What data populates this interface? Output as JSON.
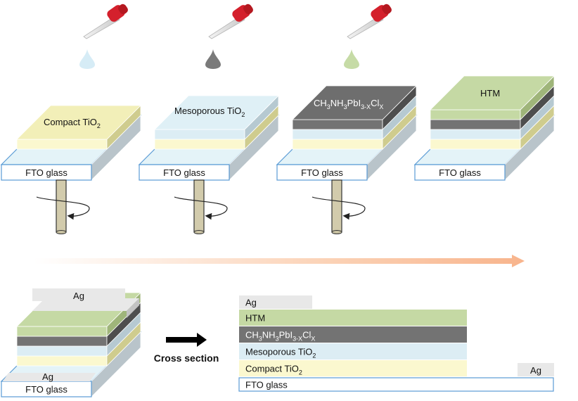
{
  "steps": [
    {
      "layer_label": {
        "main": "Compact TiO",
        "sub": "2"
      },
      "substrate": "FTO glass"
    },
    {
      "layer_label": {
        "main": "Mesoporous TiO",
        "sub": "2"
      },
      "substrate": "FTO glass"
    },
    {
      "layer_label": {
        "p1": "CH",
        "s1": "3",
        "p2": "NH",
        "s2": "3",
        "p3": "PbI",
        "s3": "3-X",
        "p4": "Cl",
        "s4": "X"
      },
      "substrate": "FTO glass"
    },
    {
      "layer_label": {
        "main": "HTM"
      },
      "substrate": "FTO glass"
    }
  ],
  "device": {
    "top_label": "Ag",
    "bottom_label": "Ag",
    "substrate": "FTO glass"
  },
  "arrow_label": "Cross section",
  "cross_section": {
    "layers": [
      {
        "name": "Ag",
        "parts": {
          "main": "Ag"
        }
      },
      {
        "name": "HTM",
        "parts": {
          "main": "HTM"
        }
      },
      {
        "name": "perovskite",
        "parts": {
          "p1": "CH",
          "s1": "3",
          "p2": "NH",
          "s2": "3",
          "p3": "PbI",
          "s3": "3-X",
          "p4": "Cl",
          "s4": "X"
        }
      },
      {
        "name": "mesoporous",
        "parts": {
          "main": "Mesoporous TiO",
          "sub": "2"
        }
      },
      {
        "name": "compact",
        "parts": {
          "main": "Compact TiO",
          "sub": "2"
        }
      },
      {
        "name": "fto",
        "parts": {
          "main": "FTO glass"
        }
      }
    ],
    "side_label": "Ag"
  },
  "colors": {
    "fto_front": "#ffffff",
    "fto_top": "#e4f3f8",
    "fto_side": "#b9c4ca",
    "compact": "#fbf8cf",
    "compact_top": "#f2efb8",
    "compact_side": "#cfcc8e",
    "meso": "#dcedf4",
    "meso_top": "#dff0f6",
    "meso_side": "#b6c9d1",
    "perov": "#737373",
    "perov_top": "#6e6e6e",
    "perov_side": "#4e4e4e",
    "htm": "#c5d9a4",
    "htm_top": "#c5d9a4",
    "htm_side": "#9fb57a",
    "ag": "#e8e8e8",
    "ag_side": "#c3c3c3",
    "rod": "#d2cbac",
    "blue_edge": "#5a9bd5",
    "drop_1": "#d6ecf6",
    "drop_2": "#7a7a7a",
    "drop_3": "#c6dba6",
    "pipette_cap": "#d4202c"
  }
}
